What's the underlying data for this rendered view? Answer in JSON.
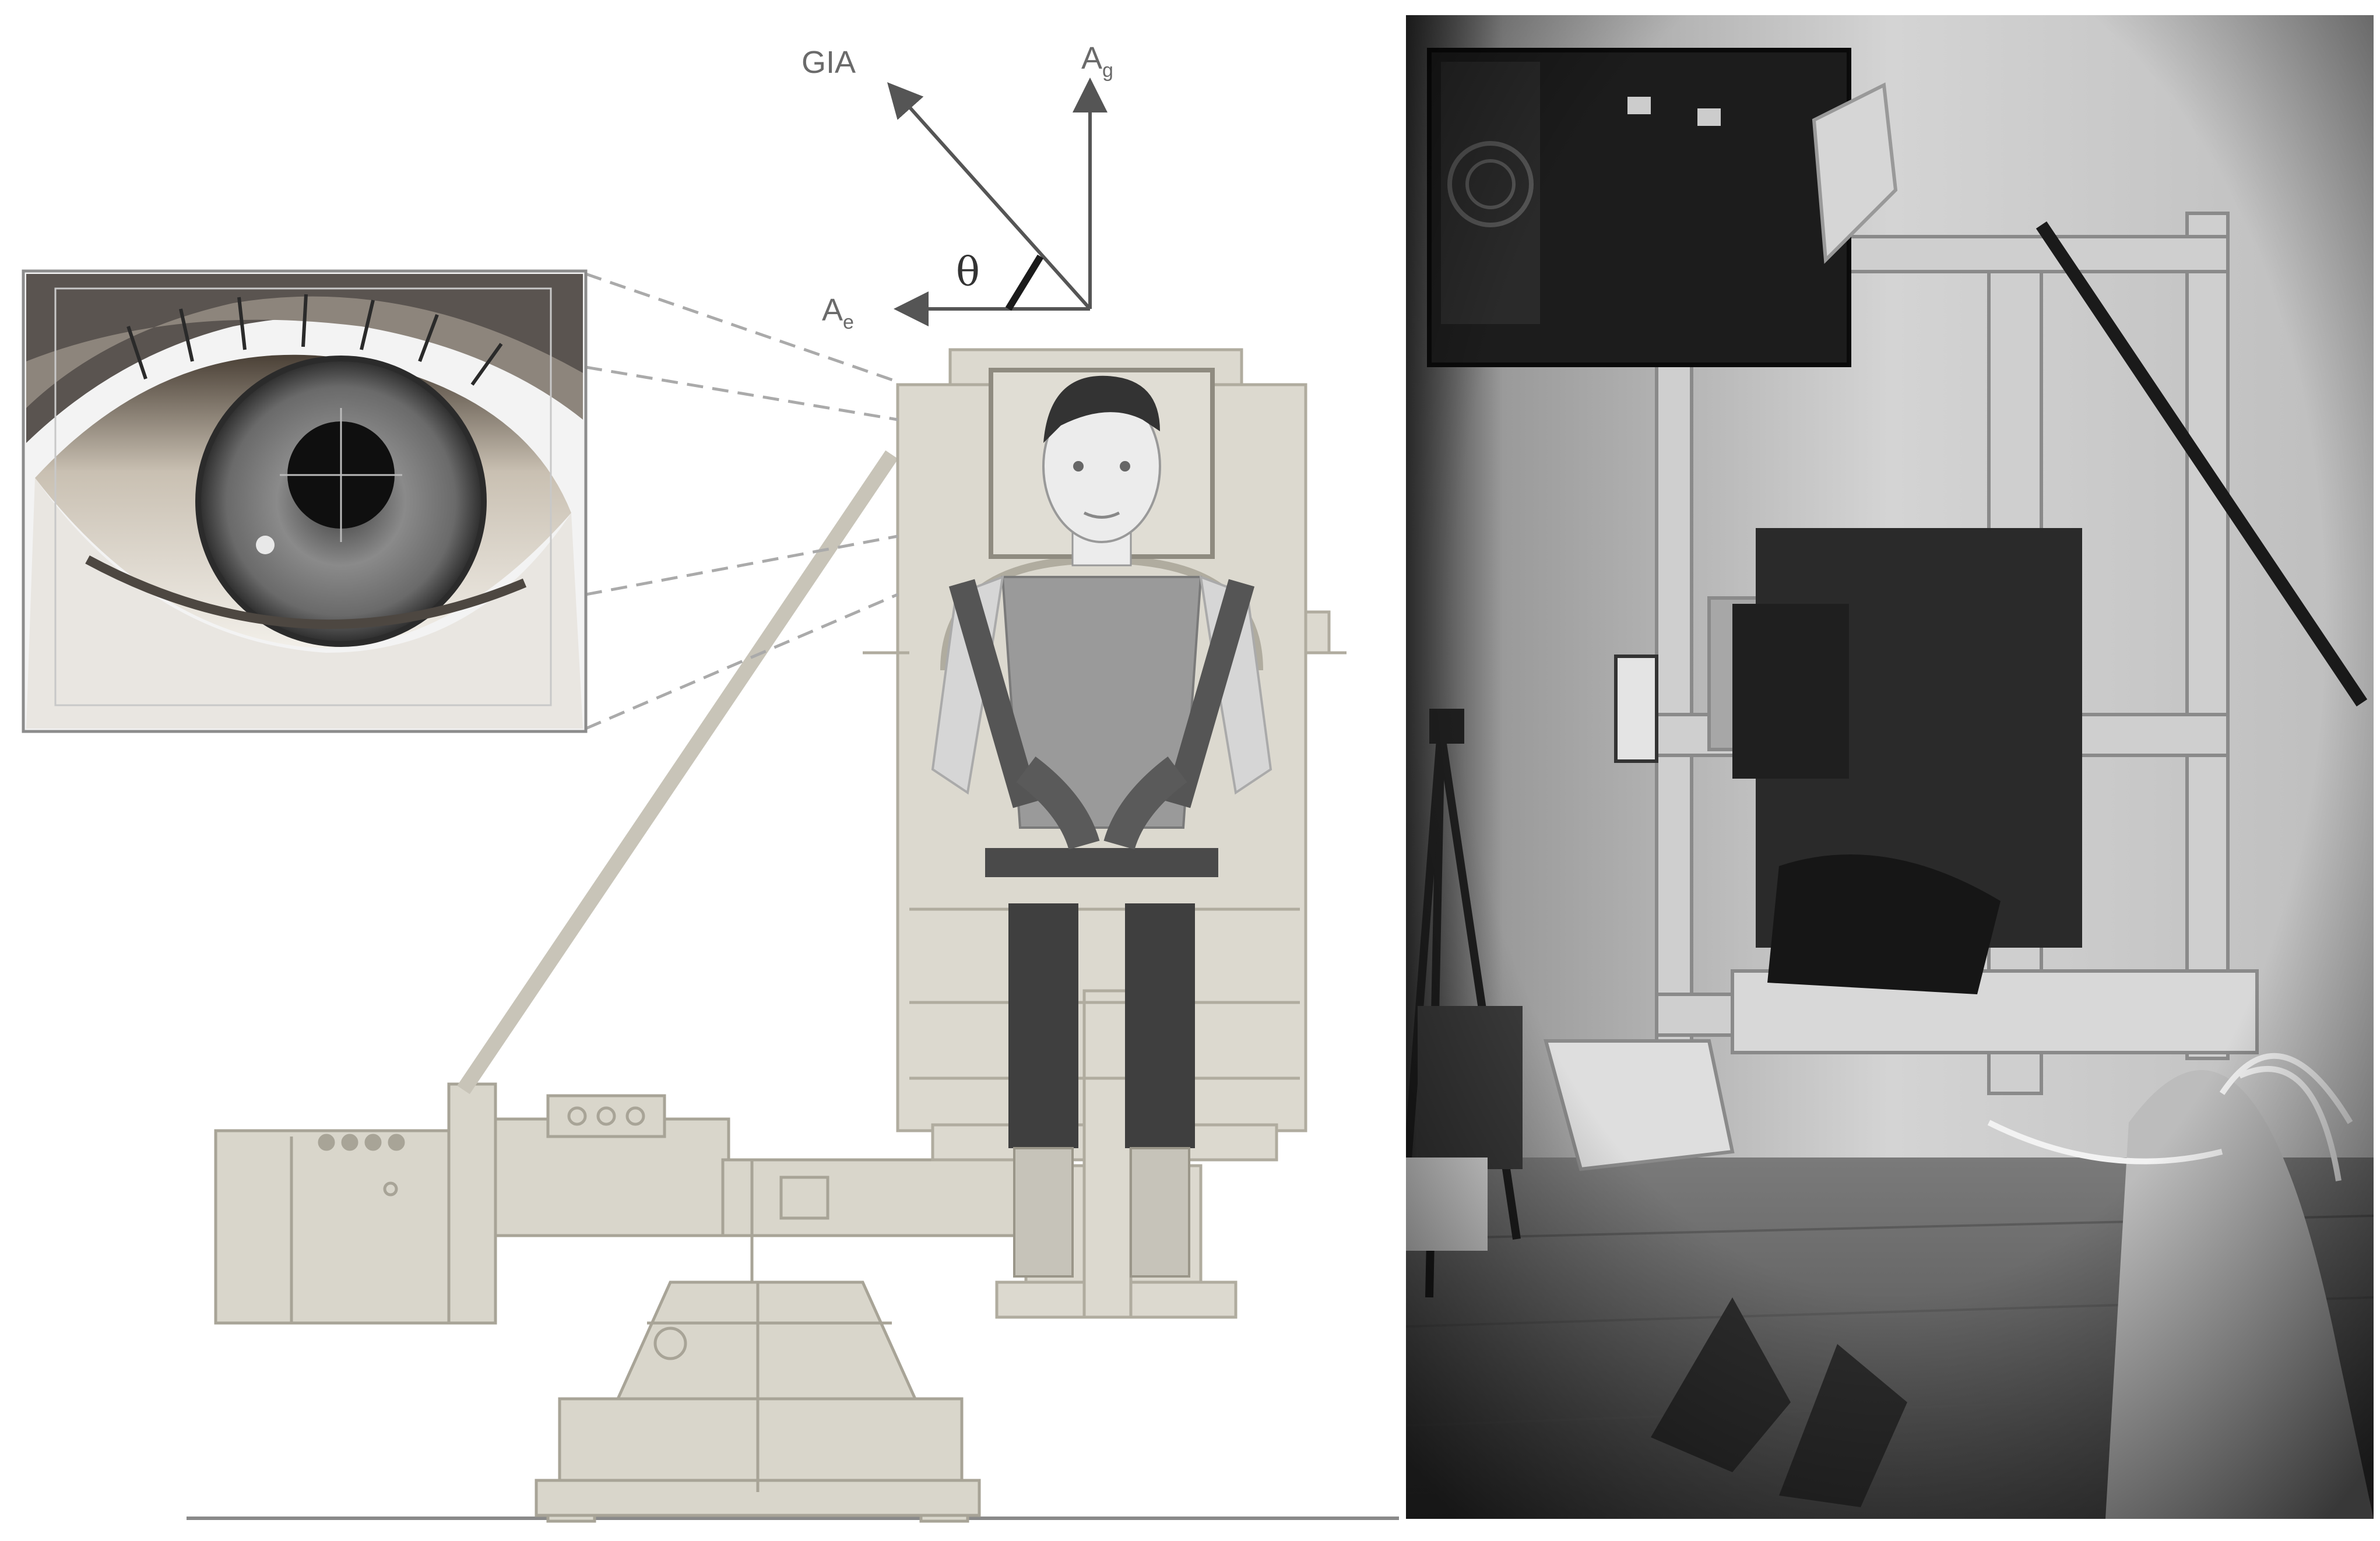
{
  "diagram": {
    "labels": {
      "gia": "GIA",
      "ag_base": "A",
      "ag_sub": "g",
      "ae_base": "A",
      "ae_sub": "e",
      "theta": "θ"
    }
  },
  "colors": {
    "machine": "#d9d6cb",
    "machine_line": "#a8a497",
    "person_dark": "#4a4a4a",
    "person_mid": "#8a8a8a",
    "person_light": "#d6d6d6",
    "arrow": "#555555",
    "eye_iris": "#6f6f6f",
    "photo_wall": "#c9c9c9"
  },
  "icons": {
    "eye_inset": "eye-closeup-image",
    "photo": "rotating-chair-photograph"
  }
}
